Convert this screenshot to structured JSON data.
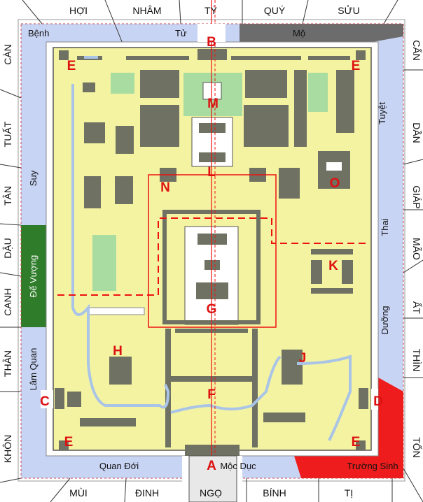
{
  "colors": {
    "outer_band": "#ffffff",
    "ring_blue": "#c8d4f4",
    "compound": "#f4f3a2",
    "building": "#6f7262",
    "garden": "#a8dca0",
    "water": "#a9c4e6",
    "hall_white": "#ffffff",
    "red": "#e11",
    "green_section": "#2f7d2a",
    "dark_section": "#6c6c6c",
    "red_section": "#ee1c1c"
  },
  "compass": {
    "top": [
      "HỢI",
      "NHÂM",
      "TÝ",
      "QUÝ",
      "SỬU"
    ],
    "right": [
      "CẤN",
      "DẦN",
      "GIÁP",
      "MÃO",
      "ẤT",
      "THÌN",
      "TỐN"
    ],
    "bottom": [
      "MÙI",
      "ĐINH",
      "NGỌ",
      "BÍNH",
      "TỊ"
    ],
    "left": [
      "CÀN",
      "TUẤT",
      "TÂN",
      "DẬU",
      "CANH",
      "THÂN",
      "KHÔN"
    ]
  },
  "stages": {
    "benh": "Bệnh",
    "tu": "Tử",
    "mo": "Mộ",
    "suy": "Suy",
    "de_vuong": "Đế Vượng",
    "lam_quan": "Lâm Quan",
    "tuyet": "Tuyệt",
    "thai": "Thai",
    "duong": "Dưỡng",
    "quan_doi": "Quan Đới",
    "moc_duc": "Mộc Dục",
    "truong_sinh": "Trường Sinh"
  },
  "markers": {
    "A": "A",
    "B": "B",
    "C": "C",
    "D": "D",
    "E": "E",
    "F": "F",
    "G": "G",
    "H": "H",
    "J": "J",
    "K": "K",
    "L": "L",
    "M": "M",
    "N": "N",
    "O": "O"
  }
}
